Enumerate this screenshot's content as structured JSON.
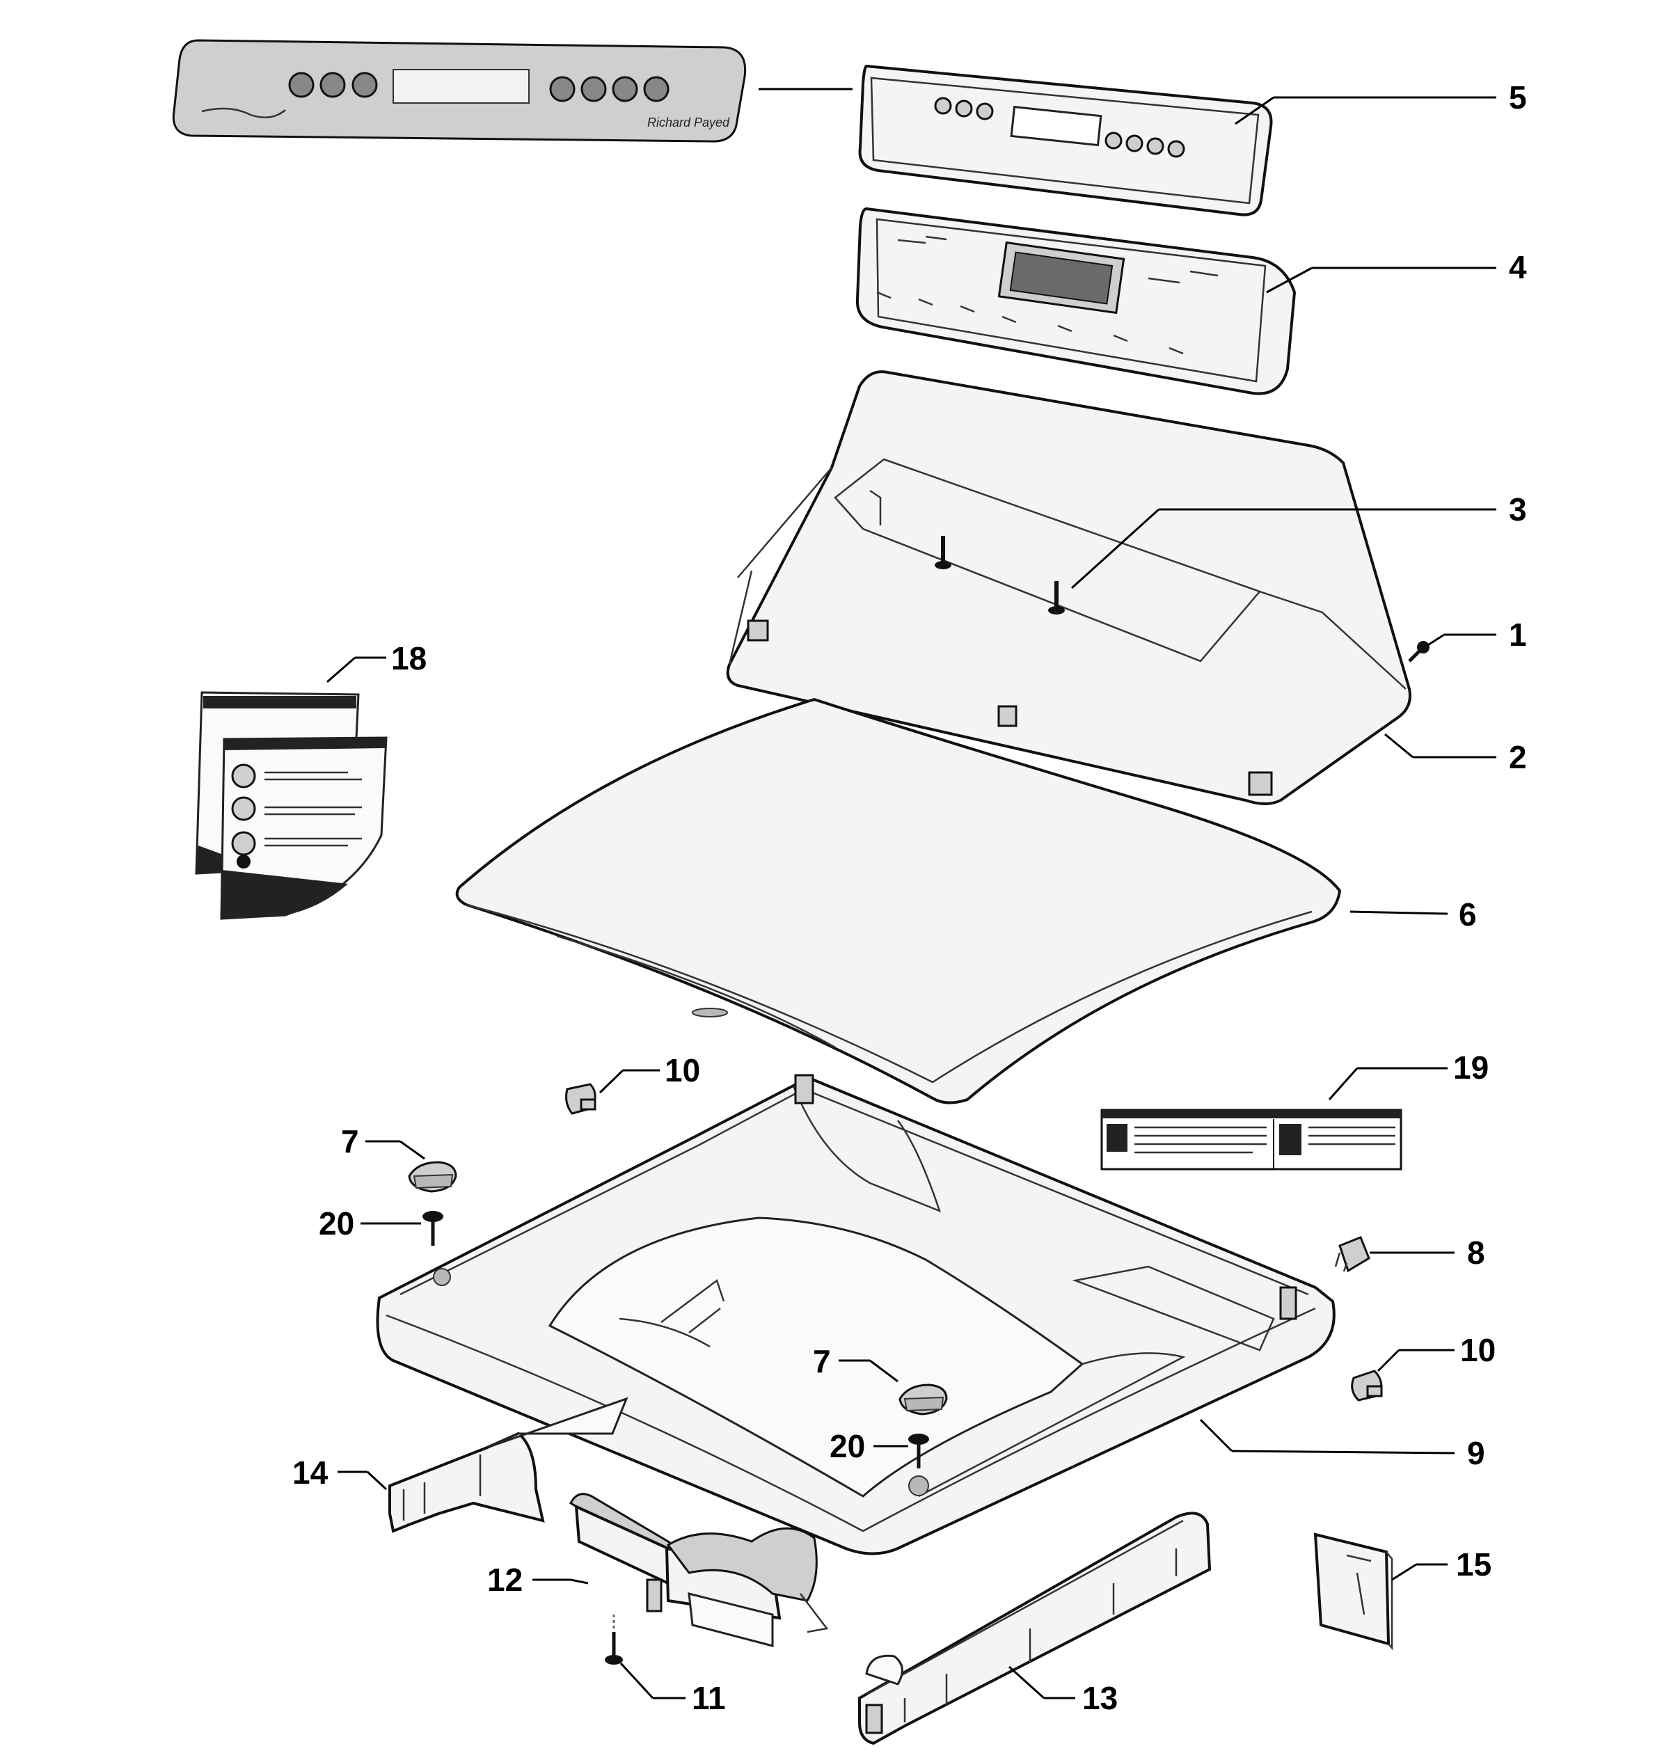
{
  "diagram": {
    "callouts": [
      "5",
      "4",
      "3",
      "1",
      "2",
      "18",
      "6",
      "10",
      "19",
      "7",
      "20",
      "8",
      "10",
      "7",
      "20",
      "9",
      "14",
      "12",
      "15",
      "11",
      "13"
    ],
    "panel_brand": "Richard Payed"
  },
  "colors": {
    "line": "#111111",
    "paper": "#ffffff",
    "panel_fill": "#cfcfcf"
  }
}
